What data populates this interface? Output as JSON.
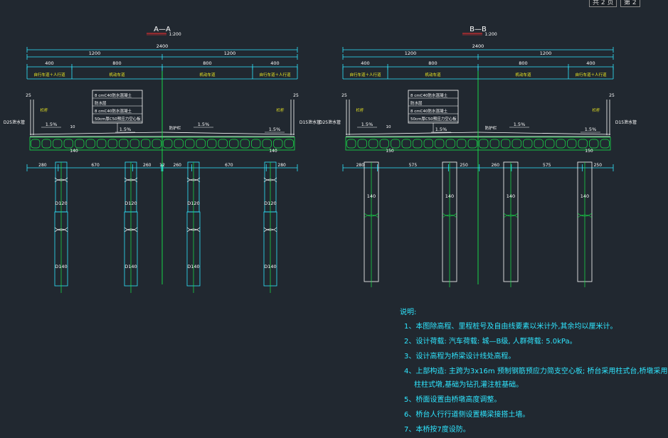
{
  "sheet": {
    "total": "共 2 页",
    "current": "第 2"
  },
  "colors": {
    "bg": "#212830",
    "white": "#ffffff",
    "cyan": "#2fe6ff",
    "green": "#17e84a",
    "yellow": "#f4f020",
    "red": "#ff3030"
  },
  "sections": [
    {
      "title": "A—A",
      "scale": "1:200",
      "total": "2400",
      "halves": [
        "1200",
        "1200"
      ],
      "parts": [
        "400",
        "800",
        "800",
        "400"
      ],
      "part_names": [
        "自行车道＋人行道",
        "机动车道",
        "机动车道",
        "自行车道＋人行道"
      ],
      "side_dims": [
        "25",
        "25"
      ],
      "pave_layers": [
        "8 cmC40防水混凝土",
        "防水层",
        "8 cmC40防水混凝土",
        "50cm厚C50预应力空心板"
      ],
      "railing": [
        "栏杆",
        "栏杆"
      ],
      "drain_left": "D25泄水管",
      "drain_right": "D15泄水管",
      "curb": "10",
      "slopes": [
        "1.5%",
        "1.5%",
        "1.5%",
        "1.5%"
      ],
      "median": "防护栏",
      "cap_height": [
        "140",
        "140"
      ],
      "pier_spacing": [
        "280",
        "670",
        "260",
        "12",
        "260",
        "670",
        "280"
      ],
      "pile_top": [
        "D120",
        "D120",
        "D120",
        "D120"
      ],
      "pile_bottom": [
        "D140",
        "D140",
        "D140",
        "D140"
      ]
    },
    {
      "title": "B—B",
      "scale": "1:200",
      "total": "2400",
      "halves": [
        "1200",
        "1200"
      ],
      "parts": [
        "400",
        "800",
        "800",
        "400"
      ],
      "part_names": [
        "自行车道＋人行道",
        "机动车道",
        "机动车道",
        "自行车道＋人行道"
      ],
      "side_dims": [
        "25",
        "25"
      ],
      "pave_layers": [
        "8 cmC40防水混凝土",
        "防水层",
        "8 cmC40防水混凝土",
        "50cm厚C50预应力空心板"
      ],
      "railing": [
        "栏杆",
        "栏杆"
      ],
      "drain_left": "D25泄水管",
      "drain_right": "D15泄水管",
      "curb": "10",
      "slopes": [
        "1.5%",
        "1.5%",
        "1.5%",
        "1.5%"
      ],
      "median": "防护栏",
      "cap_height": [
        "150",
        "150"
      ],
      "pier_spacing": [
        "280",
        "575",
        "250",
        "260",
        "575",
        "250"
      ],
      "column_size": [
        "140",
        "140",
        "140",
        "140"
      ]
    }
  ],
  "notes": {
    "title": "说明:",
    "items": [
      "1、本图除高程、里程桩号及自由线要素以米计外,其余均以厘米计。",
      "2、设计荷载: 汽车荷载: 城—B级, 人群荷载: 5.0kPa。",
      "3、设计高程为桥梁设计线处高程。",
      "4、上部构造: 主跨为3x16m 预制钢筋预应力简支空心板; 桥台采用柱式台,桥墩采用",
      "柱柱式墩,基础为钻孔灌注桩基础。",
      "5、桥面设置由桥墩高度调整。",
      "6、桥台人行行道侧设置横梁接搭土墙。",
      "7、本桥按7度设防。"
    ]
  }
}
